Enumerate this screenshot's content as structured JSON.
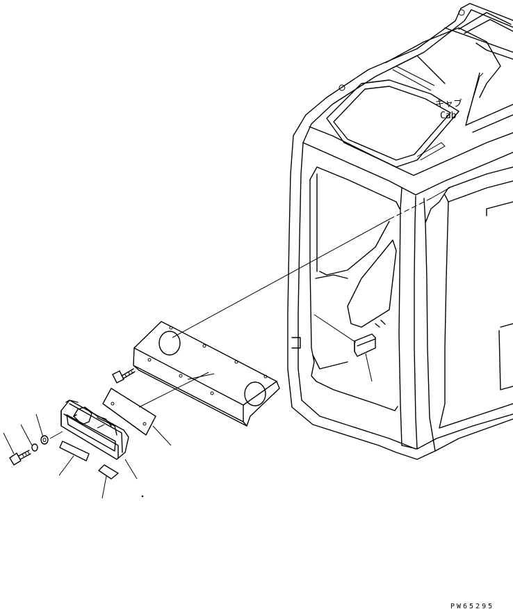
{
  "labels": {
    "cab_jp": "キャブ",
    "cab_en": "Cab",
    "drawing_code": "PW65295"
  }
}
